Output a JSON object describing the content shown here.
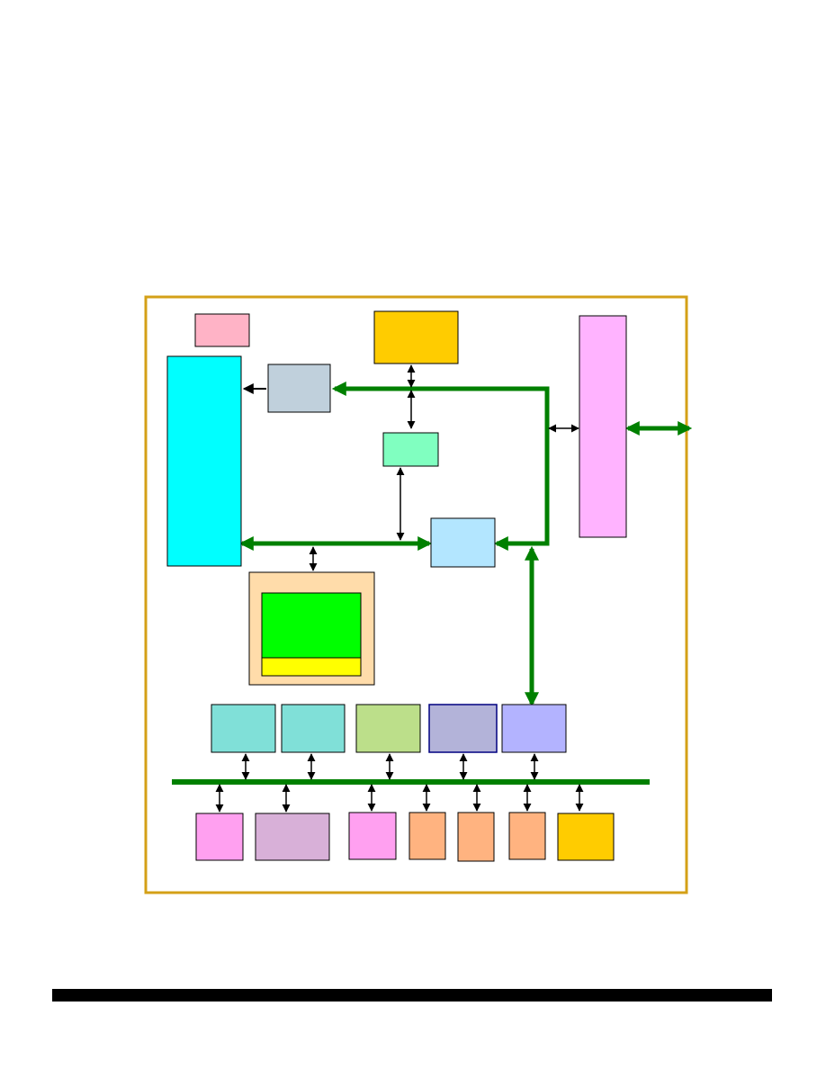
{
  "colors": {
    "frame": "#D4A017",
    "bus": "#008000",
    "arrow": "#000000",
    "footer_rule": "#000000"
  },
  "blocks": [
    {
      "id": "top-left-small-block",
      "color": "#FFB3C6"
    },
    {
      "id": "top-center-block",
      "color": "#FFCC00"
    },
    {
      "id": "right-tall-block",
      "color": "#FFB3FF"
    },
    {
      "id": "left-tall-block",
      "color": "#00FFFF"
    },
    {
      "id": "gray-blue-block",
      "color": "#C0D0DC"
    },
    {
      "id": "mint-block",
      "color": "#80FFC0"
    },
    {
      "id": "light-blue-block",
      "color": "#B3E6FF"
    },
    {
      "id": "peach-container-block",
      "color": "#FFDCAA"
    },
    {
      "id": "green-inner-block",
      "color": "#00FF00"
    },
    {
      "id": "yellow-strip-block",
      "color": "#FFFF00"
    },
    {
      "id": "teal-block-1",
      "color": "#80E0D8"
    },
    {
      "id": "teal-block-2",
      "color": "#80E0D8"
    },
    {
      "id": "olive-green-block",
      "color": "#BCDF8A"
    },
    {
      "id": "gray-purple-block",
      "color": "#B3B3D9"
    },
    {
      "id": "lavender-block",
      "color": "#B3B3FF"
    },
    {
      "id": "pink-block-1",
      "color": "#FFA0F0"
    },
    {
      "id": "mauve-block",
      "color": "#D8B0D8"
    },
    {
      "id": "pink-block-2",
      "color": "#FFA0F0"
    },
    {
      "id": "orange-block-1",
      "color": "#FFB380"
    },
    {
      "id": "orange-block-2",
      "color": "#FFB380"
    },
    {
      "id": "orange-block-3",
      "color": "#FFB380"
    },
    {
      "id": "gold-block",
      "color": "#FFCC00"
    }
  ]
}
